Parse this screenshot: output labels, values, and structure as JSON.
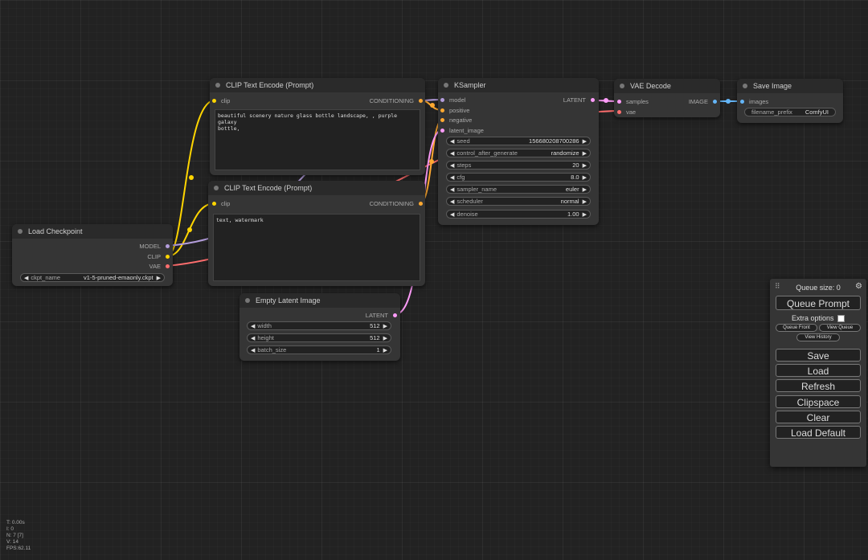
{
  "colors": {
    "clip": "#ffd500",
    "model": "#b39ddb",
    "vae": "#ff6e6e",
    "latent": "#ff9cf9",
    "image": "#64b5f6",
    "conditioning": "#ffa931"
  },
  "nodes": {
    "load_checkpoint": {
      "title": "Load Checkpoint",
      "outputs": {
        "model": "MODEL",
        "clip": "CLIP",
        "vae": "VAE"
      },
      "ckpt_name": {
        "name": "ckpt_name",
        "value": "v1-5-pruned-emaonly.ckpt"
      }
    },
    "clip_pos": {
      "title": "CLIP Text Encode (Prompt)",
      "input": "clip",
      "output": "CONDITIONING",
      "text": "beautiful scenery nature glass bottle landscape, , purple galaxy\nbottle,"
    },
    "clip_neg": {
      "title": "CLIP Text Encode (Prompt)",
      "input": "clip",
      "output": "CONDITIONING",
      "text": "text, watermark"
    },
    "ksampler": {
      "title": "KSampler",
      "inputs": {
        "model": "model",
        "positive": "positive",
        "negative": "negative",
        "latent_image": "latent_image"
      },
      "output": "LATENT",
      "widgets": [
        {
          "name": "seed",
          "value": "156680208700286"
        },
        {
          "name": "control_after_generate",
          "value": "randomize"
        },
        {
          "name": "steps",
          "value": "20"
        },
        {
          "name": "cfg",
          "value": "8.0"
        },
        {
          "name": "sampler_name",
          "value": "euler"
        },
        {
          "name": "scheduler",
          "value": "normal"
        },
        {
          "name": "denoise",
          "value": "1.00"
        }
      ]
    },
    "vae_decode": {
      "title": "VAE Decode",
      "inputs": {
        "samples": "samples",
        "vae": "vae"
      },
      "output": "IMAGE"
    },
    "save_image": {
      "title": "Save Image",
      "input": "images",
      "filename_prefix": {
        "name": "filename_prefix",
        "value": "ComfyUI"
      }
    },
    "empty_latent": {
      "title": "Empty Latent Image",
      "output": "LATENT",
      "widgets": [
        {
          "name": "width",
          "value": "512"
        },
        {
          "name": "height",
          "value": "512"
        },
        {
          "name": "batch_size",
          "value": "1"
        }
      ]
    }
  },
  "queue_panel": {
    "queue_size": "Queue size: 0",
    "queue_prompt": "Queue Prompt",
    "extra_options": "Extra options",
    "queue_front": "Queue Front",
    "view_queue": "View Queue",
    "view_history": "View History",
    "save": "Save",
    "load": "Load",
    "refresh": "Refresh",
    "clipspace": "Clipspace",
    "clear": "Clear",
    "load_default": "Load Default"
  },
  "stats": {
    "t": "T: 0.00s",
    "i": "I: 0",
    "n": "N: 7 [7]",
    "v": "V: 14",
    "fps": "FPS:62.11"
  }
}
